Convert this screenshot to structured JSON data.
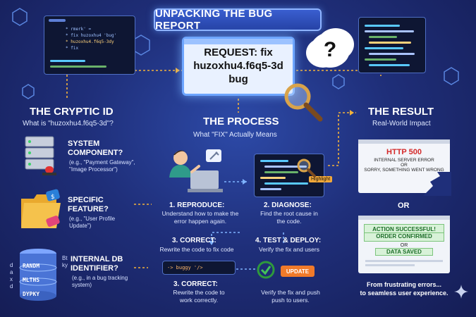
{
  "title": "UNPACKING THE BUG REPORT",
  "request": {
    "line1": "REQUEST: fix",
    "line2": "huzoxhu4.f6q5-3d",
    "line3": "bug"
  },
  "cloud_symbol": "?",
  "cryptic": {
    "title": "THE CRYPTIC ID",
    "subtitle": "What is \"huzoxhu4.f6q5-3d\"?",
    "items": [
      {
        "label_l1": "SYSTEM",
        "label_l2": "COMPONENT?",
        "example_l1": "(e.g., \"Payment Gateway\",",
        "example_l2": "\"Image Processor\")"
      },
      {
        "label_l1": "SPECIFIC",
        "label_l2": "FEATURE?",
        "example_l1": "(e.g., \"User Profile",
        "example_l2": "Update\")"
      },
      {
        "label_l1": "INTERNAL DB",
        "label_l2": "IDENTIFIER?",
        "example_l1": "(e.g., in a bug tracking",
        "example_l2": "system)"
      }
    ],
    "db_labels": [
      "RANDM",
      "MLTHS",
      "DYPKY"
    ],
    "side_left": "daxd",
    "side_right": "Btky"
  },
  "process": {
    "title": "THE PROCESS",
    "subtitle": "What \"FIX\" Actually Means",
    "highlight_tag": "Highlight",
    "buggy_code": "-> buggy '/>",
    "update_label": "UPDATE",
    "steps": [
      {
        "title": "1. REPRODUCE:",
        "desc_l1": "Understand how to make the",
        "desc_l2": "error happen again."
      },
      {
        "title": "2. DIAGNOSE:",
        "desc_l1": "Find the root cause in",
        "desc_l2": "the code."
      },
      {
        "title": "3. CORRECT:",
        "desc_l1": "Rewrite the code to fix code",
        "desc_l2": ""
      },
      {
        "title": "4. TEST & DEPLOY:",
        "desc_l1": "Verify the fix and users",
        "desc_l2": ""
      },
      {
        "title": "3. CORRECT:",
        "desc_l1": "Rewrite the code to",
        "desc_l2": "work correctly."
      },
      {
        "title": "",
        "desc_l1": "Verify the fix and push",
        "desc_l2": "push to users."
      }
    ]
  },
  "result": {
    "title": "THE RESULT",
    "subtitle": "Real-World Impact",
    "error": {
      "code": "HTTP 500",
      "line1": "INTERNAL SERVER ERROR",
      "or": "OR",
      "line2": "SORRY, SOMETHING WENT WRONG"
    },
    "or_between": "OR",
    "success": {
      "line1": "ACTION SUCCESSFUL!",
      "line2": "ORDER CONFIRMED",
      "or": "OR",
      "line3": "DATA SAVED"
    },
    "footer_l1": "From frustrating errors...",
    "footer_l2": "to seamless user experience."
  },
  "code_snippets": {
    "l1": "* rmerk' =",
    "l2": "* fix huzoxhu4 'bug'",
    "l3": "* huzoxhu4.f6q5-3dy",
    "l4": "* fix"
  },
  "colors": {
    "accent_dash": "#f3b23a",
    "error_red": "#d42a2a",
    "success_green": "#2e9a3c",
    "update_orange": "#f07a2a"
  }
}
